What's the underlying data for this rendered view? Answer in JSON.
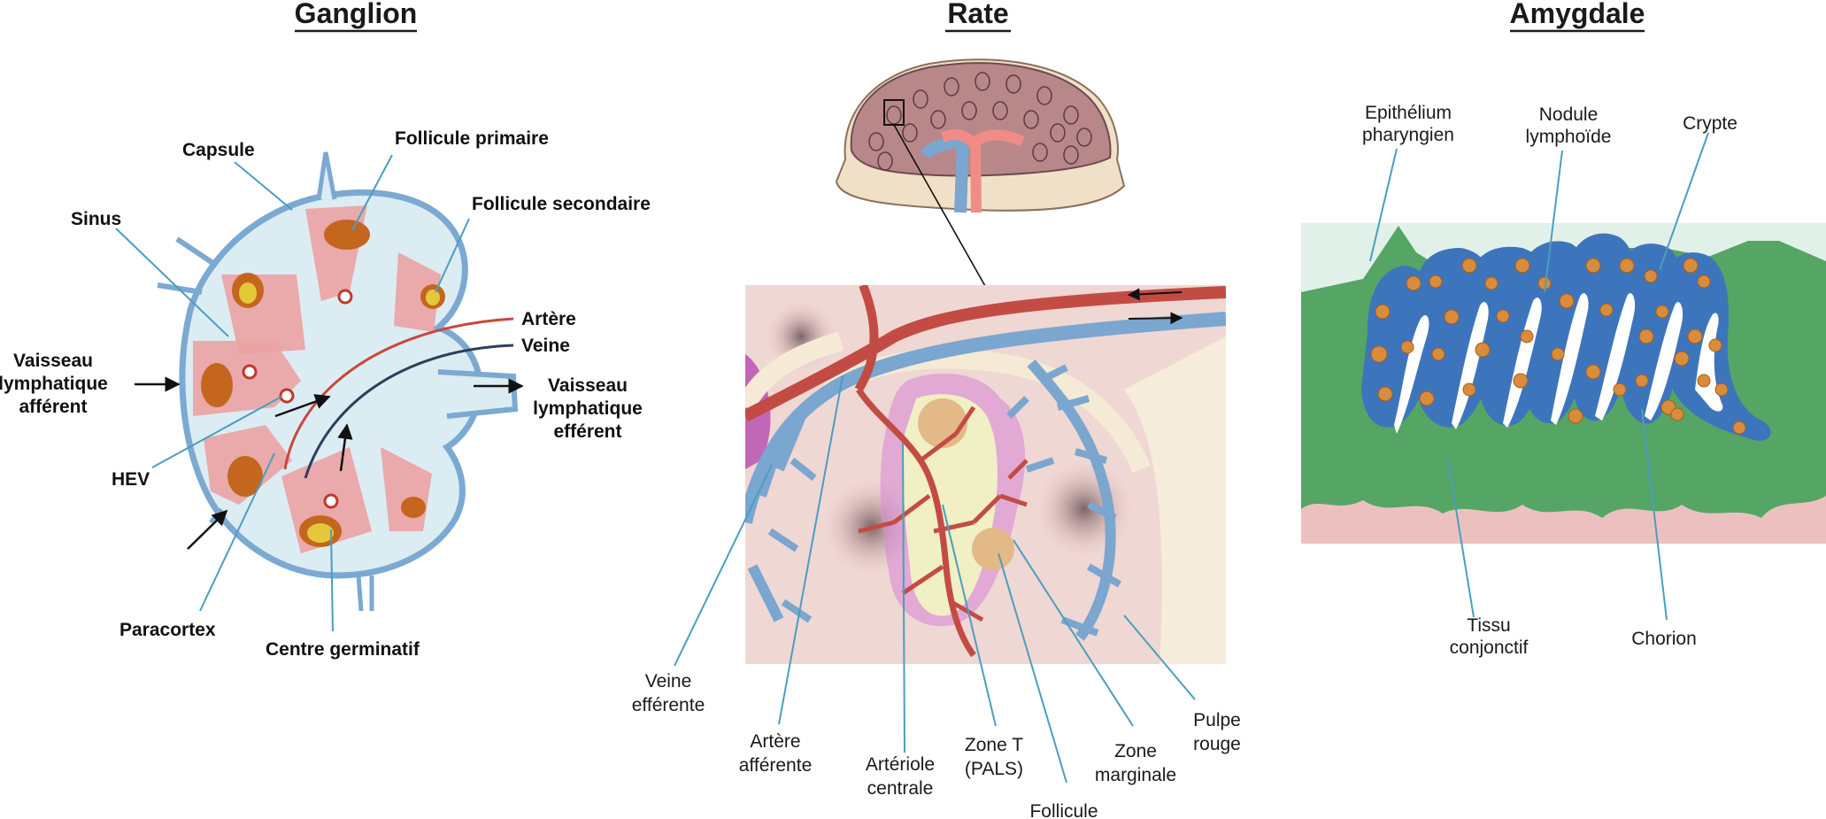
{
  "titles": {
    "ganglion": "Ganglion",
    "rate": "Rate",
    "amygdale": "Amygdale"
  },
  "ganglion": {
    "capsule": "Capsule",
    "follicule_primaire": "Follicule primaire",
    "follicule_secondaire": "Follicule secondaire",
    "sinus": "Sinus",
    "artere": "Artère",
    "veine": "Veine",
    "afferent": [
      "Vaisseau",
      "lymphatique",
      "afférent"
    ],
    "efferent": [
      "Vaisseau",
      "lymphatique",
      "efférent"
    ],
    "hev": "HEV",
    "paracortex": "Paracortex",
    "centre_germinatif": "Centre germinatif"
  },
  "rate": {
    "veine_efferente": [
      "Veine",
      "efférente"
    ],
    "artere_afferente": [
      "Artère",
      "afférente"
    ],
    "arteriole_centrale": [
      "Artériole",
      "centrale"
    ],
    "zone_t": [
      "Zone T",
      "(PALS)"
    ],
    "follicule": "Follicule",
    "zone_marginale": [
      "Zone",
      "marginale"
    ],
    "pulpe_rouge": [
      "Pulpe",
      "rouge"
    ]
  },
  "amygdale": {
    "epithelium": [
      "Epithélium",
      "pharyngien"
    ],
    "nodule": [
      "Nodule",
      "lymphoïde"
    ],
    "crypte": "Crypte",
    "tissu": [
      "Tissu",
      "conjonctif"
    ],
    "chorion": "Chorion"
  }
}
